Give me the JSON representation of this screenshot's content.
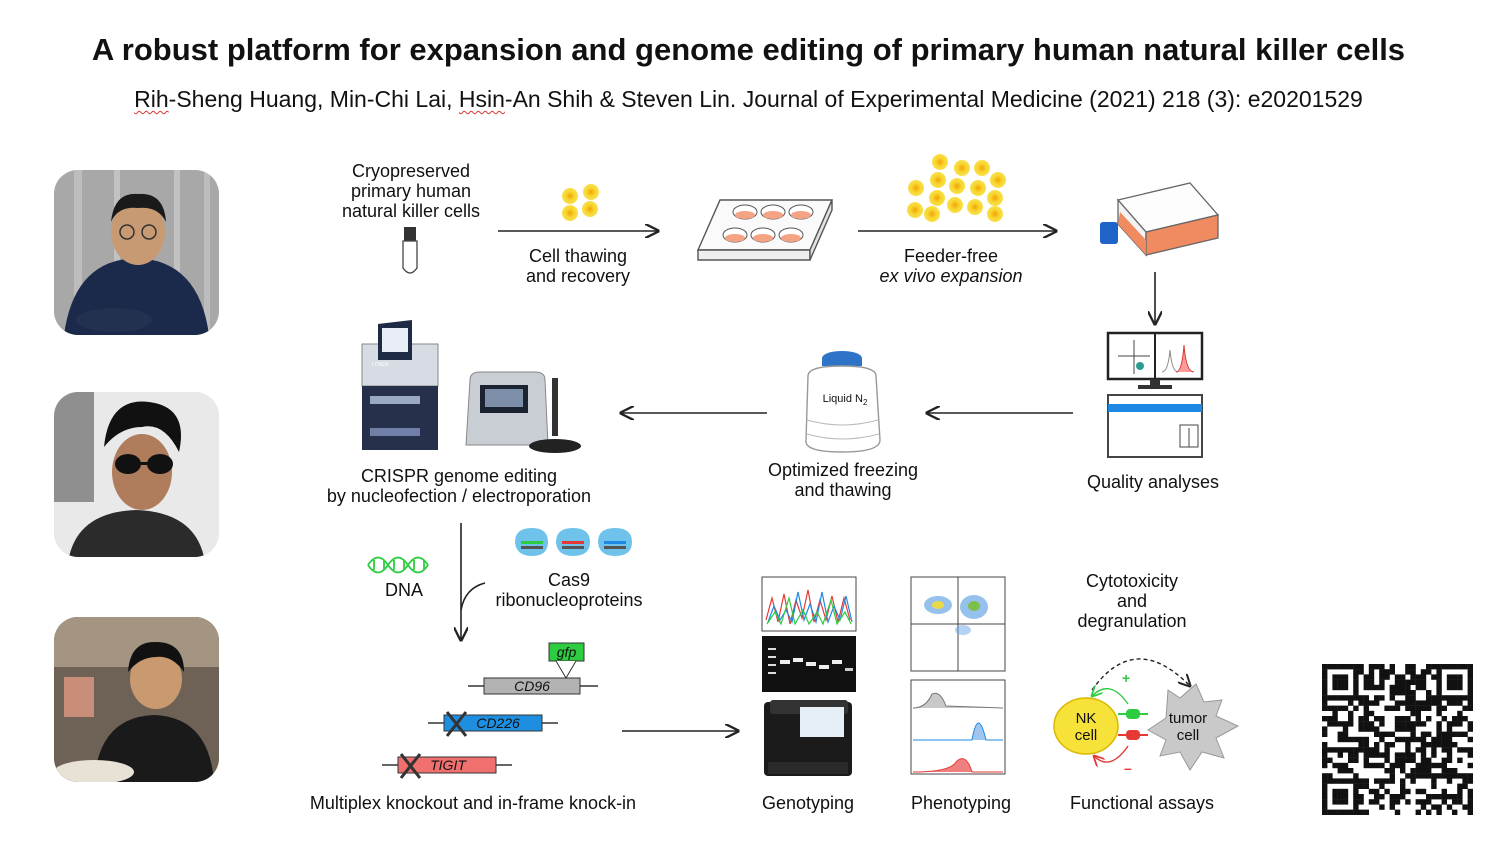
{
  "header": {
    "title": "A robust platform for expansion and genome editing of primary human natural killer cells",
    "authors": [
      {
        "name": "Rih",
        "flag": true
      },
      {
        "name": "-Sheng Huang, Min-Chi Lai, ",
        "flag": false
      },
      {
        "name": "Hsin",
        "flag": true
      },
      {
        "name": "-An Shih & Steven Lin. Journal of Experimental Medicine (2021) 218 (3): e20201529",
        "flag": false
      }
    ]
  },
  "workflow": {
    "start_label": [
      "Cryopreserved",
      "primary human",
      "natural killer cells"
    ],
    "thaw_label": [
      "Cell thawing",
      "and recovery"
    ],
    "expansion_label": [
      "Feeder-free",
      "ex vivo expansion"
    ],
    "quality_label": "Quality analyses",
    "freezing_label": [
      "Optimized freezing",
      "and thawing"
    ],
    "liquid_n2_label": "Liquid N",
    "liquid_n2_sub": "2",
    "crispr_label": [
      "CRISPR genome editing",
      "by nucleofection / electroporation"
    ],
    "dna_label": "DNA",
    "cas9_label": [
      "Cas9",
      "ribonucleoproteins"
    ],
    "genes": {
      "gfp": "gfp",
      "cd96": "CD96",
      "cd226": "CD226",
      "tigit": "TIGIT"
    },
    "multiplex_label": "Multiplex knockout and in-frame knock-in",
    "genotyping_label": "Genotyping",
    "phenotyping_label": "Phenotyping",
    "functional_label": "Functional assays",
    "cytotoxicity_label": [
      "Cytotoxicity",
      "and",
      "degranulation"
    ],
    "nk_cell_label": [
      "NK",
      "cell"
    ],
    "tumor_cell_label": [
      "tumor",
      "cell"
    ],
    "plus_sign": "+",
    "minus_sign": "–",
    "device_text": "LONZA"
  },
  "colors": {
    "cell_yellow": "#f5d020",
    "cell_orange": "#f0a800",
    "flask_orange": "#f08a60",
    "gfp_green": "#2ecc40",
    "cd226_blue": "#1e8fe0",
    "tigit_red": "#f07070",
    "nk_yellow": "#f7e23a",
    "tumor_grey": "#c9c9c9"
  }
}
